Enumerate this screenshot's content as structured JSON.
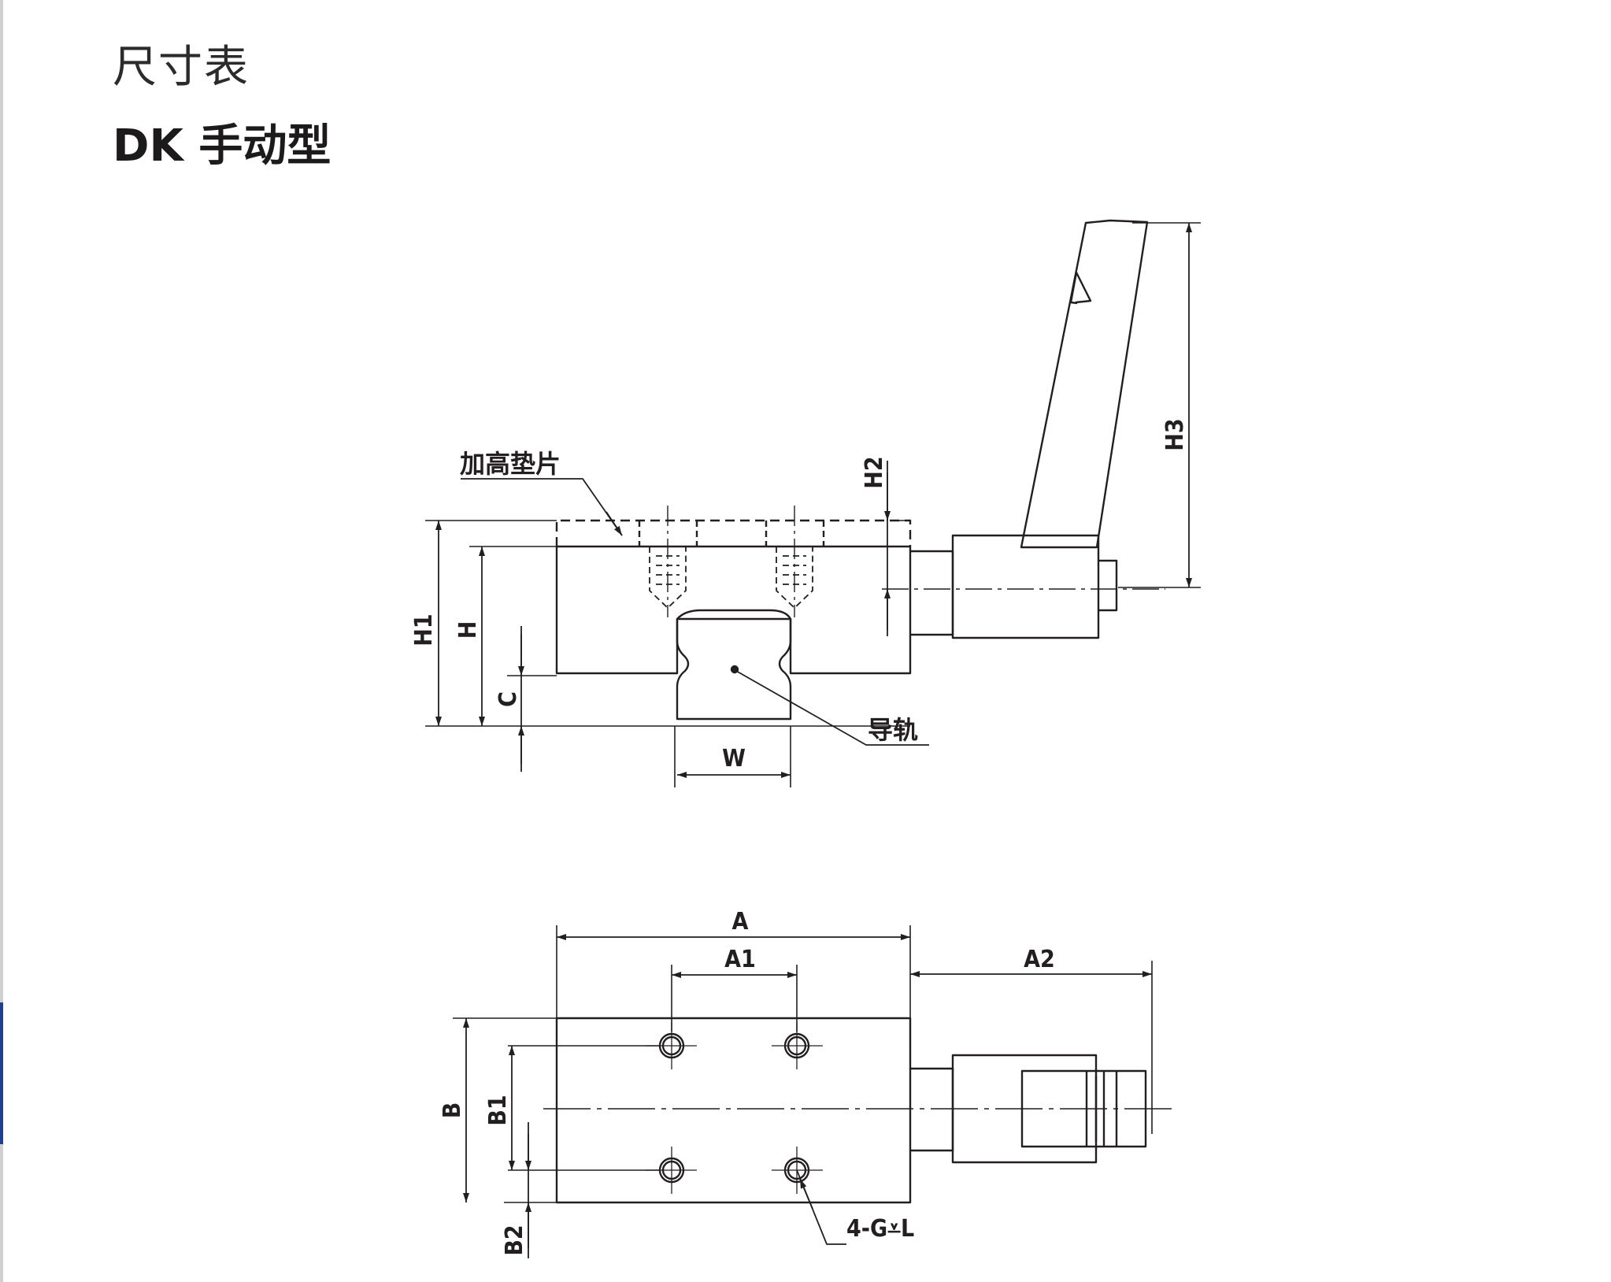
{
  "page": {
    "heading": "尺寸表",
    "subheading": "DK 手动型"
  },
  "front_view": {
    "labels": {
      "spacer": "加高垫片",
      "rail": "导轨",
      "h1": "H1",
      "h": "H",
      "h2": "H2",
      "h3": "H3",
      "c": "C",
      "w": "W"
    }
  },
  "top_view": {
    "labels": {
      "a": "A",
      "a1": "A1",
      "a2": "A2",
      "b": "B",
      "b1": "B1",
      "b2": "B2",
      "holes": "4-G⩡L"
    }
  },
  "colors": {
    "line": "#231f20",
    "accent": "#1f3f8f"
  }
}
